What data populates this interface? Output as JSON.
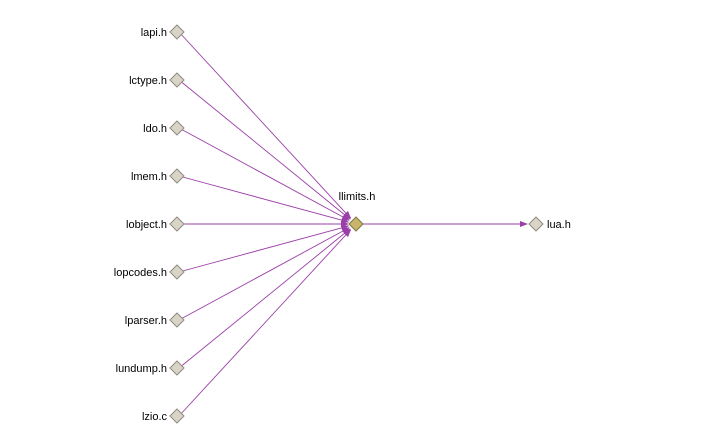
{
  "colors": {
    "edge": "#9b3fa8",
    "node_fill": "#d9d4c6",
    "node_stroke": "#8c8c82",
    "focus_fill": "#c8b46a",
    "focus_stroke": "#7f7546"
  },
  "focus": {
    "label": "llimits.h"
  },
  "includers": [
    {
      "label": "lapi.h"
    },
    {
      "label": "lctype.h"
    },
    {
      "label": "ldo.h"
    },
    {
      "label": "lmem.h"
    },
    {
      "label": "lobject.h"
    },
    {
      "label": "lopcodes.h"
    },
    {
      "label": "lparser.h"
    },
    {
      "label": "lundump.h"
    },
    {
      "label": "lzio.c"
    }
  ],
  "included": [
    {
      "label": "lua.h"
    }
  ]
}
